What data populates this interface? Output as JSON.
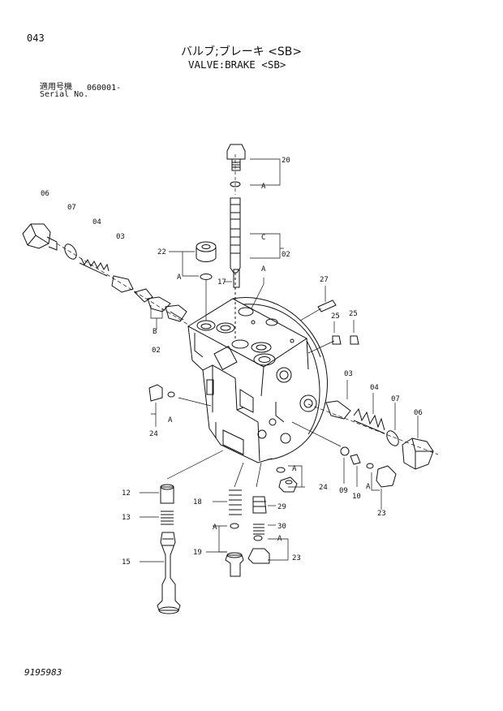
{
  "header": {
    "page_number": "043",
    "title_jp": "バルブ;ブレーキ <SB>",
    "title_en": "VALVE:BRAKE <SB>",
    "serial_label_jp": "適用号機",
    "serial_label_en": "Serial No.",
    "serial_number": "060001-"
  },
  "footer": {
    "drawing_number": "9195983"
  },
  "callouts": {
    "p20": "20",
    "p06l": "06",
    "p07l": "07",
    "p04l": "04",
    "p03l": "03",
    "p22": "22",
    "pC": "C",
    "p02r": "02",
    "pA1": "A",
    "pA2": "A",
    "pA3": "A",
    "p17": "17",
    "p27": "27",
    "p25a": "25",
    "p25b": "25",
    "pB": "B",
    "p02b": "02",
    "p03r": "03",
    "p04r": "04",
    "p07r": "07",
    "p06r": "06",
    "p24l": "24",
    "pAleft": "A",
    "p24r": "24",
    "pAr": "A",
    "p09": "09",
    "p10": "10",
    "pA23": "A",
    "p23a": "23",
    "p12": "12",
    "p13": "13",
    "p15": "15",
    "p18": "18",
    "p29": "29",
    "p30": "30",
    "pA19": "A",
    "p19": "19",
    "pA23b": "A",
    "p23b": "23"
  }
}
